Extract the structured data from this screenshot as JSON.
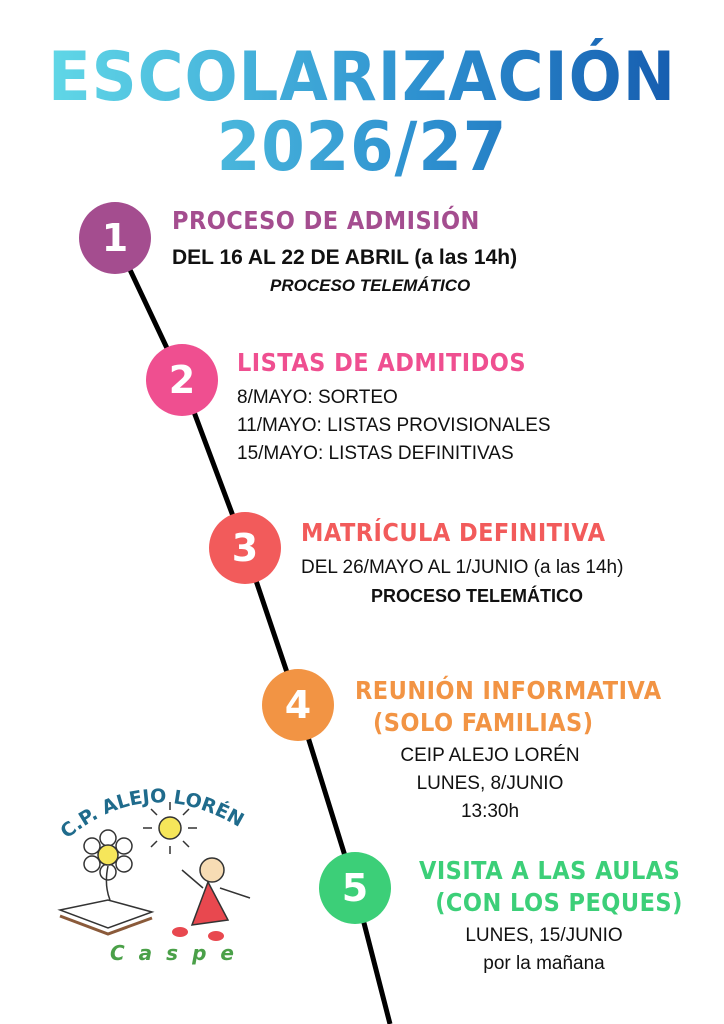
{
  "title": {
    "line1": "ESCOLARIZACIÓN",
    "line2": "2026/27"
  },
  "colors": {
    "step1": "#a44d8f",
    "step2": "#ef4f90",
    "step3": "#f25b5b",
    "step4": "#f29444",
    "step5": "#3ccf78"
  },
  "steps": [
    {
      "number": "1",
      "heading": "PROCESO DE ADMISIÓN",
      "lines": [
        "DEL 16 AL 22 DE ABRIL (a las 14h)",
        "PROCESO TELEMÁTICO"
      ]
    },
    {
      "number": "2",
      "heading": "LISTAS DE ADMITIDOS",
      "lines": [
        "8/MAYO: SORTEO",
        "11/MAYO: LISTAS PROVISIONALES",
        "15/MAYO: LISTAS DEFINITIVAS"
      ]
    },
    {
      "number": "3",
      "heading": "MATRÍCULA DEFINITIVA",
      "lines": [
        "DEL 26/MAYO AL 1/JUNIO (a las 14h)",
        "PROCESO TELEMÁTICO"
      ]
    },
    {
      "number": "4",
      "heading": "REUNIÓN INFORMATIVA",
      "heading2": "(SOLO FAMILIAS)",
      "lines": [
        "CEIP ALEJO LORÉN",
        "LUNES, 8/JUNIO",
        "13:30h"
      ]
    },
    {
      "number": "5",
      "heading": "VISITA A LAS AULAS",
      "heading2": "(CON LOS PEQUES)",
      "lines": [
        "LUNES, 15/JUNIO",
        "por la mañana"
      ]
    }
  ],
  "logo": {
    "name": "C.P. ALEJO LORÉN",
    "town": "Caspe"
  }
}
